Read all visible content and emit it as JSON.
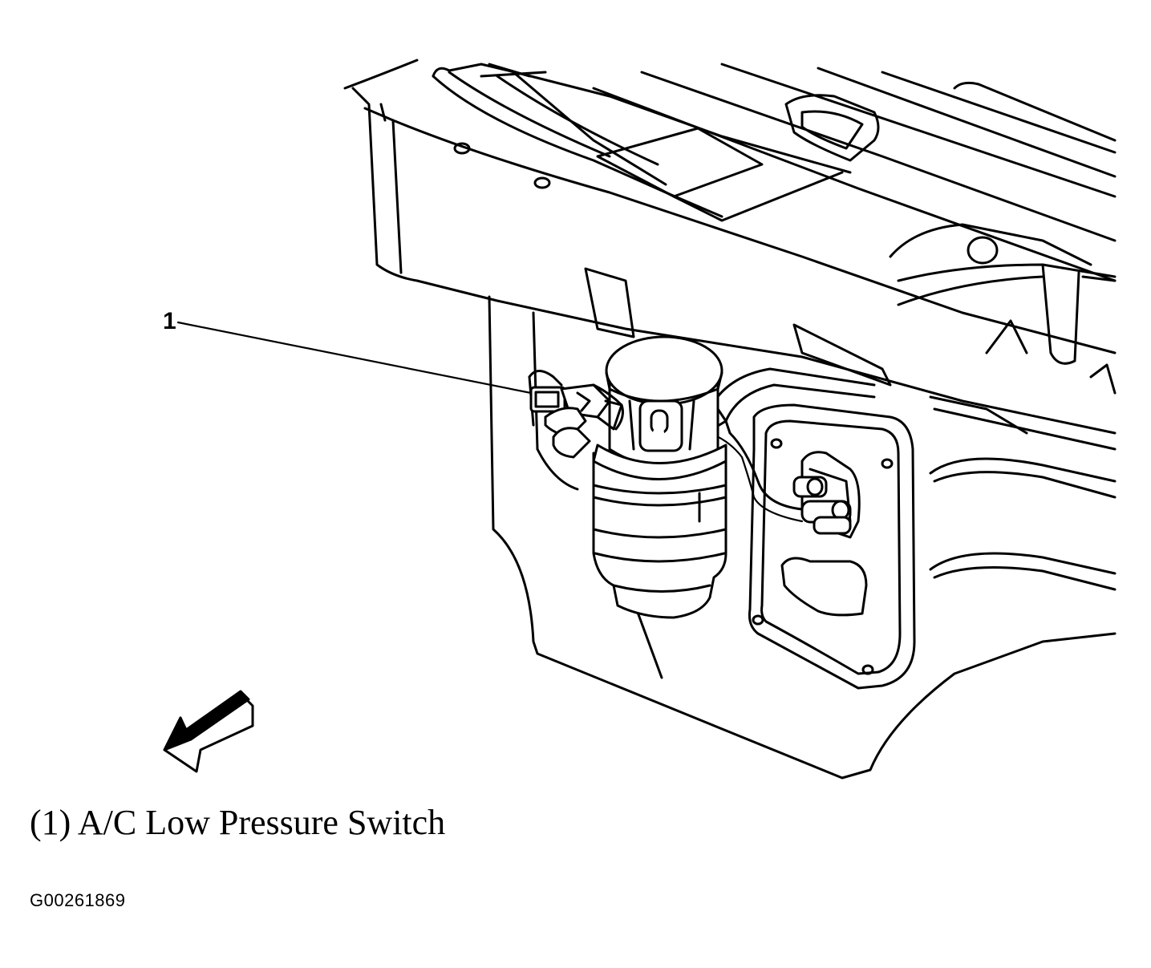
{
  "diagram": {
    "callouts": [
      {
        "number": "1"
      }
    ],
    "legend": [
      {
        "text": "(1) A/C Low Pressure Switch"
      }
    ],
    "figure_id": "G00261869",
    "icons": [
      "view-direction-arrow-icon"
    ]
  }
}
